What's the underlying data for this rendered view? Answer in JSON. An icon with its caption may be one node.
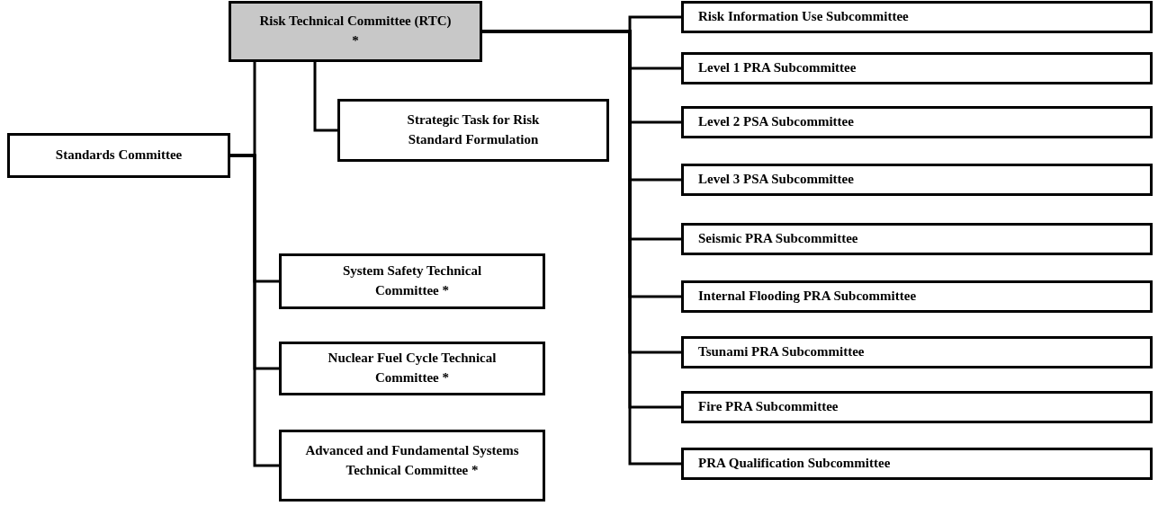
{
  "diagram": {
    "nodes": [
      {
        "text": [
          "Standards Committee"
        ]
      },
      {
        "text": [
          "Risk Technical Committee (RTC) *"
        ]
      },
      {
        "text": [
          "Strategic Task for Risk Standard Formulation"
        ]
      },
      {
        "text": [
          "System Safety Technical Committee *"
        ]
      },
      {
        "text": [
          "Nuclear Fuel Cycle Technical Committee *"
        ]
      },
      {
        "text": [
          "Advanced and Fundamental Systems Technical Committee *"
        ]
      },
      {
        "text": [
          "Risk Information Use Subcommittee"
        ]
      },
      {
        "text": [
          "Level 1 PRA Subcommittee"
        ]
      },
      {
        "text": [
          "Level 2 PSA Subcommittee"
        ]
      },
      {
        "text": [
          "Level 3 PSA Subcommittee"
        ]
      },
      {
        "text": [
          "Seismic PRA Subcommittee"
        ]
      },
      {
        "text": [
          "Internal Flooding PRA Subcommittee"
        ]
      },
      {
        "text": [
          "Tsunami PRA Subcommittee"
        ]
      },
      {
        "text": [
          "Fire PRA Subcommittee"
        ]
      },
      {
        "text": [
          "PRA Qualification Subcommittee"
        ]
      }
    ],
    "edges": [
      {
        "from": 0,
        "to": 1,
        "arrow": "none"
      },
      {
        "from": 0,
        "to": 3,
        "arrow": "none"
      },
      {
        "from": 0,
        "to": 4,
        "arrow": "none"
      },
      {
        "from": 0,
        "to": 5,
        "arrow": "none"
      },
      {
        "from": 1,
        "to": 2,
        "arrow": "none"
      },
      {
        "from": 1,
        "to": 6,
        "arrow": "none"
      },
      {
        "from": 1,
        "to": 7,
        "arrow": "none"
      },
      {
        "from": 1,
        "to": 8,
        "arrow": "none"
      },
      {
        "from": 1,
        "to": 9,
        "arrow": "none"
      },
      {
        "from": 1,
        "to": 10,
        "arrow": "none"
      },
      {
        "from": 1,
        "to": 11,
        "arrow": "none"
      },
      {
        "from": 1,
        "to": 12,
        "arrow": "none"
      },
      {
        "from": 1,
        "to": 13,
        "arrow": "none"
      },
      {
        "from": 1,
        "to": 14,
        "arrow": "none"
      }
    ]
  }
}
